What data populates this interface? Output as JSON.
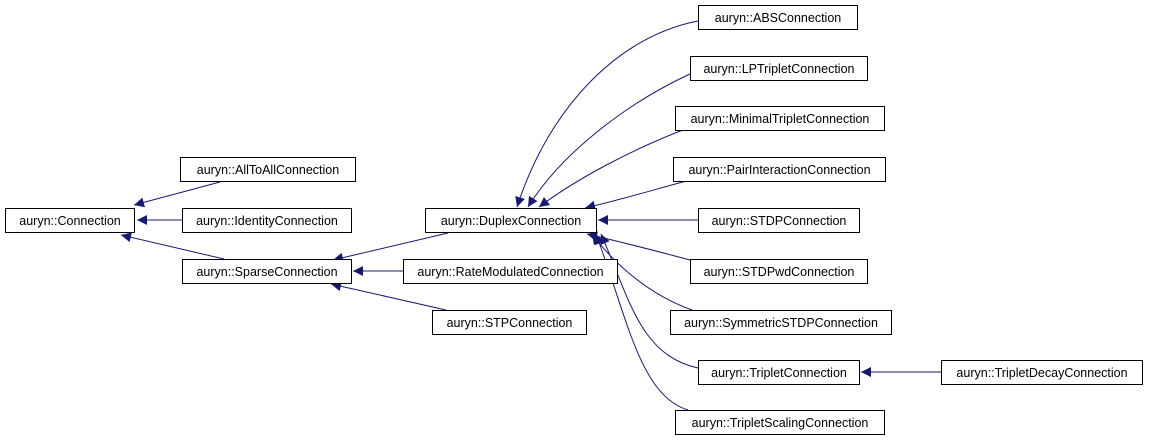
{
  "colors": {
    "edge": "#191970",
    "border": "#000000",
    "background": "#ffffff",
    "text": "#000000"
  },
  "nodes": {
    "connection": "auryn::Connection",
    "alltoall": "auryn::AllToAllConnection",
    "identity": "auryn::IdentityConnection",
    "sparse": "auryn::SparseConnection",
    "duplex": "auryn::DuplexConnection",
    "ratemod": "auryn::RateModulatedConnection",
    "stp": "auryn::STPConnection",
    "abs": "auryn::ABSConnection",
    "lptriplet": "auryn::LPTripletConnection",
    "minimaltriplet": "auryn::MinimalTripletConnection",
    "pairinteraction": "auryn::PairInteractionConnection",
    "stdp": "auryn::STDPConnection",
    "stdpwd": "auryn::STDPwdConnection",
    "symmetricstdp": "auryn::SymmetricSTDPConnection",
    "triplet": "auryn::TripletConnection",
    "tripletdecay": "auryn::TripletDecayConnection",
    "tripletscaling": "auryn::TripletScalingConnection"
  },
  "edges": [
    {
      "from": "alltoall",
      "to": "connection"
    },
    {
      "from": "identity",
      "to": "connection"
    },
    {
      "from": "sparse",
      "to": "connection"
    },
    {
      "from": "duplex",
      "to": "sparse"
    },
    {
      "from": "ratemod",
      "to": "sparse"
    },
    {
      "from": "stp",
      "to": "sparse"
    },
    {
      "from": "abs",
      "to": "duplex"
    },
    {
      "from": "lptriplet",
      "to": "duplex"
    },
    {
      "from": "minimaltriplet",
      "to": "duplex"
    },
    {
      "from": "pairinteraction",
      "to": "duplex"
    },
    {
      "from": "stdp",
      "to": "duplex"
    },
    {
      "from": "stdpwd",
      "to": "duplex"
    },
    {
      "from": "symmetricstdp",
      "to": "duplex"
    },
    {
      "from": "triplet",
      "to": "duplex"
    },
    {
      "from": "tripletscaling",
      "to": "duplex"
    },
    {
      "from": "tripletdecay",
      "to": "triplet"
    }
  ]
}
